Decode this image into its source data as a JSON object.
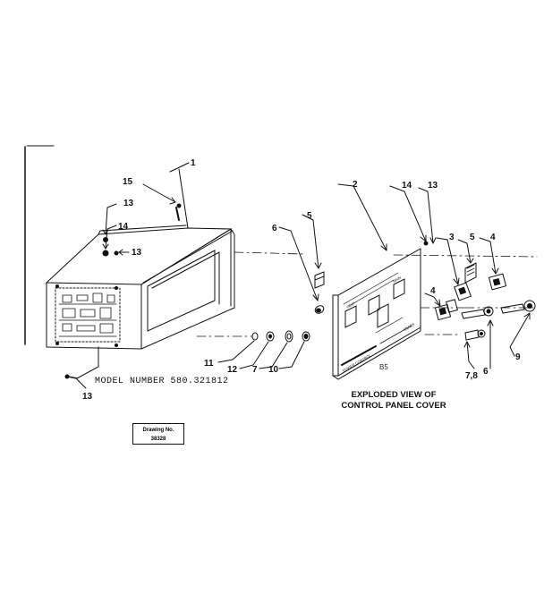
{
  "model_number": "MODEL NUMBER 580.321812",
  "diagram_title": {
    "line1": "EXPLODED VIEW OF",
    "line2": "CONTROL PANEL COVER"
  },
  "drawing_box": {
    "label": "Drawing No.",
    "number": "38328"
  },
  "section_ref": "B5",
  "panel_labels": {
    "panel_name": "POWER CONTROL",
    "brand": "SEARS",
    "vent": "VENT",
    "main": "MAIN"
  },
  "callouts": {
    "c1": "1",
    "c2": "2",
    "c3": "3",
    "c4a": "4",
    "c4b": "4",
    "c5a": "5",
    "c5b": "5",
    "c6a": "6",
    "c6b": "6",
    "c78": "7,8",
    "c7": "7",
    "c9": "9",
    "c10": "10",
    "c11": "11",
    "c12": "12",
    "c13a": "13",
    "c13b": "13",
    "c13c": "13",
    "c13d": "13",
    "c14a": "14",
    "c14b": "14",
    "c15": "15"
  }
}
